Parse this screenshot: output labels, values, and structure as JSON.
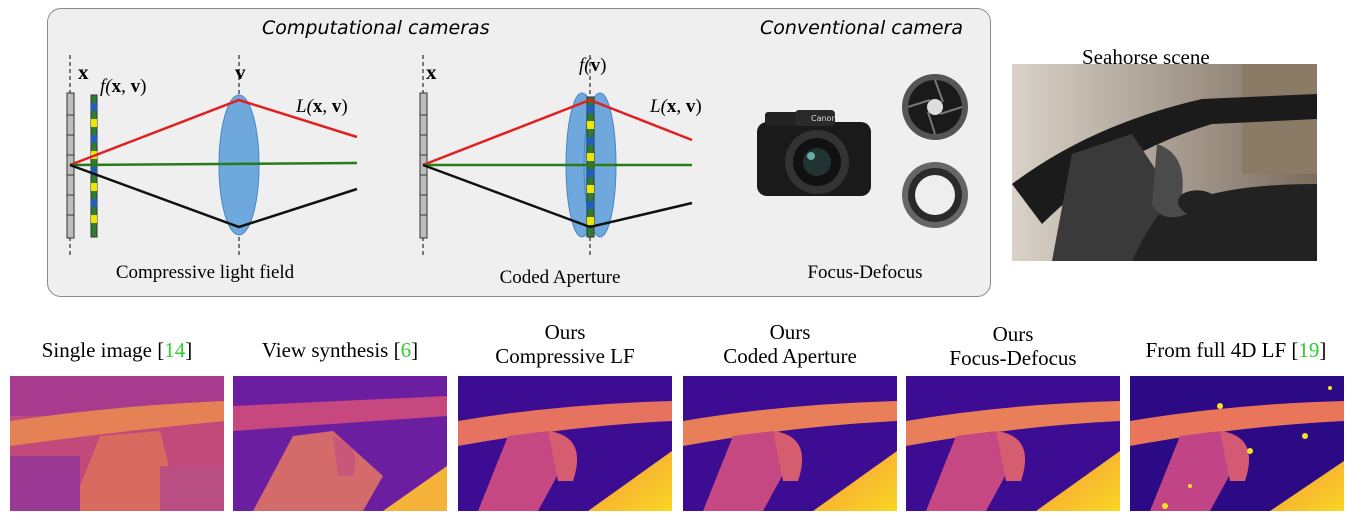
{
  "header": {
    "computational": "Computational cameras",
    "conventional": "Conventional camera",
    "scene_title": "Seahorse scene"
  },
  "diagram": {
    "lf": {
      "x": "x",
      "v": "v",
      "f_prefix": "f(",
      "f_x": "x",
      "f_sep": ", ",
      "f_v": "v",
      "f_suffix": ")",
      "L_prefix": "L(",
      "L_x": "x",
      "L_sep": ", ",
      "L_v": "v",
      "L_suffix": ")",
      "caption": "Compressive light field"
    },
    "ca": {
      "x": "x",
      "f_prefix": "f(",
      "f_v": "v",
      "f_suffix": ")",
      "L_prefix": "L(",
      "L_x": "x",
      "L_sep": ", ",
      "L_v": "v",
      "L_suffix": ")",
      "caption": "Coded Aperture"
    },
    "fd": {
      "caption": "Focus-Defocus",
      "camera_brand": "Canon"
    }
  },
  "results": [
    {
      "line1": "Single image [",
      "ref": "14",
      "line1_end": "]",
      "line2": ""
    },
    {
      "line1": "View synthesis [",
      "ref": "6",
      "line1_end": "]",
      "line2": ""
    },
    {
      "line1": "Ours",
      "ref": "",
      "line1_end": "",
      "line2": "Compressive LF"
    },
    {
      "line1": "Ours",
      "ref": "",
      "line1_end": "",
      "line2": "Coded Aperture"
    },
    {
      "line1": "Ours",
      "ref": "",
      "line1_end": "",
      "line2": "Focus-Defocus"
    },
    {
      "line1": "From full 4D LF [",
      "ref": "19",
      "line1_end": "]",
      "line2": ""
    }
  ],
  "colors": {
    "red_ray": "#e02020",
    "green_ray": "#2a7a1a",
    "black_ray": "#111111",
    "lens": "#5b9bd5",
    "ref_link": "#2ecc2e"
  }
}
